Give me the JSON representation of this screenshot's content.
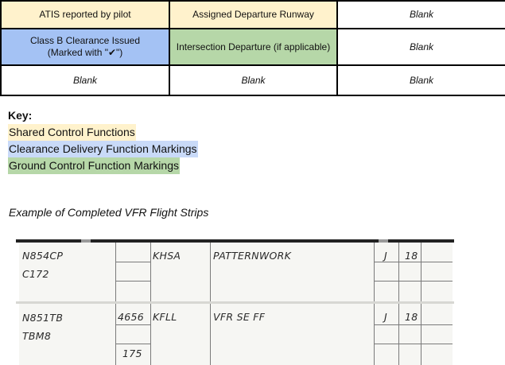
{
  "field_table": {
    "rows": [
      [
        {
          "text": "ATIS reported by pilot",
          "color": "yellow"
        },
        {
          "text": "Assigned Departure Runway",
          "color": "yellow"
        },
        {
          "text": "Blank",
          "color": "none"
        }
      ],
      [
        {
          "text": "Class B Clearance Issued\n(Marked with \"✔\")",
          "color": "blue"
        },
        {
          "text": "Intersection Departure (if applicable)",
          "color": "green"
        },
        {
          "text": "Blank",
          "color": "none"
        }
      ],
      [
        {
          "text": "Blank",
          "color": "none"
        },
        {
          "text": "Blank",
          "color": "none"
        },
        {
          "text": "Blank",
          "color": "none"
        }
      ]
    ]
  },
  "key": {
    "title": "Key:",
    "items": [
      {
        "text": "Shared Control Functions",
        "color": "#fff2cc"
      },
      {
        "text": "Clearance Delivery Function Markings",
        "color": "#c9daf8"
      },
      {
        "text": "Ground Control Function Markings",
        "color": "#b6d7a8"
      }
    ]
  },
  "example_title": "Example of Completed VFR Flight Strips",
  "strips": [
    {
      "callsign": "N854CP",
      "aircraft_type": "C172",
      "squawk": "",
      "altitude": "",
      "airport": "KHSA",
      "route": "PATTERNWORK",
      "atis": "J",
      "runway": "18"
    },
    {
      "callsign": "N851TB",
      "aircraft_type": "TBM8",
      "squawk": "4656",
      "altitude": "175",
      "airport": "KFLL",
      "route": "VFR SE FF",
      "atis": "J",
      "runway": "18"
    }
  ]
}
